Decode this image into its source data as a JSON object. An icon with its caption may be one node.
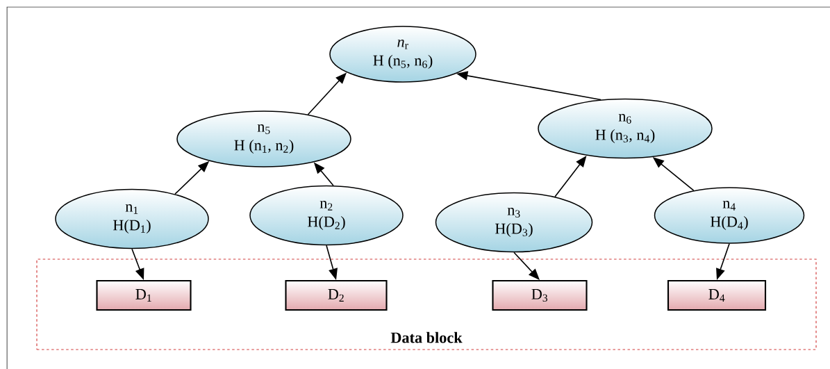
{
  "diagram": {
    "nodes": [
      {
        "text": [
          "*n*$_{r}$",
          "H (n$_{5}$, n$_{6}$)"
        ]
      },
      {
        "text": [
          "n$_{5}$",
          "H (n$_{1}$, n$_{2}$)"
        ]
      },
      {
        "text": [
          "n$_{6}$",
          "H (n$_{3}$, n$_{4}$)"
        ]
      },
      {
        "text": [
          "n$_{1}$",
          "H(D$_{1}$)"
        ]
      },
      {
        "text": [
          "n$_{2}$",
          "H(D$_{2}$)"
        ]
      },
      {
        "text": [
          "n$_{3}$",
          "H(D$_{3}$)"
        ]
      },
      {
        "text": [
          "n$_{4}$",
          "H(D$_{4}$)"
        ]
      },
      {
        "text": [
          "Data block"
        ]
      },
      {
        "text": [
          "D$_{1}$"
        ],
        "in": 7
      },
      {
        "text": [
          "D$_{2}$"
        ],
        "in": 7
      },
      {
        "text": [
          "D$_{3}$"
        ],
        "in": 7
      },
      {
        "text": [
          "D$_{4}$"
        ],
        "in": 7
      }
    ],
    "edges": [
      {
        "from": 1,
        "to": 0,
        "arrow": "to"
      },
      {
        "from": 2,
        "to": 0,
        "arrow": "to"
      },
      {
        "from": 3,
        "to": 1,
        "arrow": "to"
      },
      {
        "from": 4,
        "to": 1,
        "arrow": "to"
      },
      {
        "from": 5,
        "to": 2,
        "arrow": "to"
      },
      {
        "from": 6,
        "to": 2,
        "arrow": "to"
      },
      {
        "from": 3,
        "to": 8,
        "arrow": "to"
      },
      {
        "from": 4,
        "to": 9,
        "arrow": "to"
      },
      {
        "from": 5,
        "to": 10,
        "arrow": "to"
      },
      {
        "from": 6,
        "to": 11,
        "arrow": "to"
      }
    ]
  }
}
